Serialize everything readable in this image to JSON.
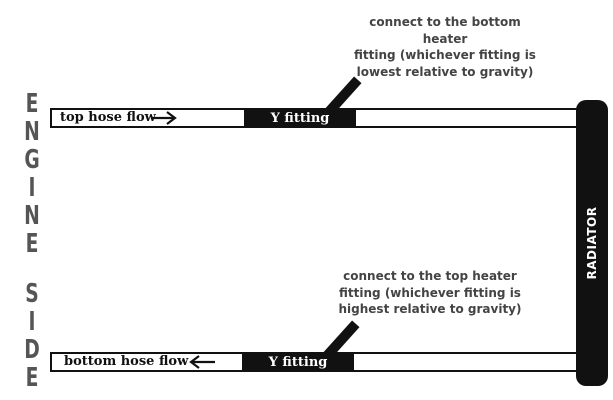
{
  "side_label": {
    "word1": [
      "E",
      "N",
      "G",
      "I",
      "N",
      "E"
    ],
    "word2": [
      "S",
      "I",
      "D",
      "E"
    ]
  },
  "top_hose": {
    "label": "top hose flow",
    "fitting_label": "Y fitting",
    "note": [
      "connect to the bottom heater",
      "fitting (whichever fitting is",
      "lowest relative to gravity)"
    ],
    "arrow": "right-arrow-icon"
  },
  "bottom_hose": {
    "label": "bottom hose flow",
    "fitting_label": "Y fitting",
    "note": [
      "connect to the top heater",
      "fitting (whichever fitting is",
      "highest relative to gravity)"
    ],
    "arrow": "left-arrow-icon"
  },
  "radiator": {
    "label": "RADIATOR"
  },
  "colors": {
    "ink": "#111111",
    "note_text": "#444444",
    "engine_side_text": "#555555"
  }
}
